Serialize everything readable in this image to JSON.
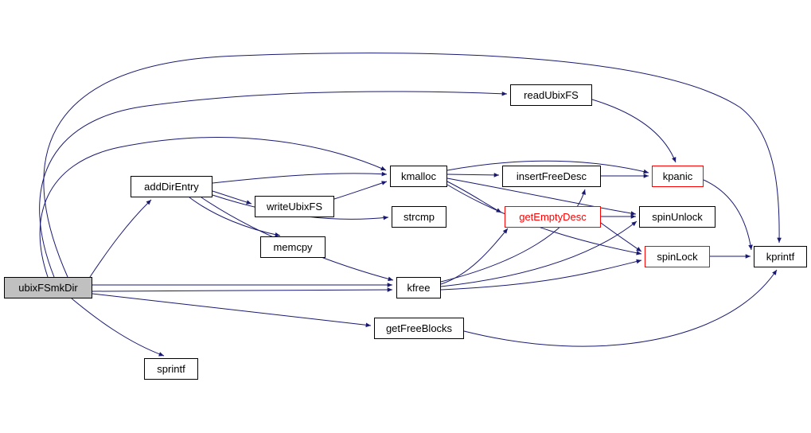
{
  "graph": {
    "kind": "call-graph",
    "root_id": "ubixFSmkDir",
    "colors": {
      "edge": "#191970",
      "node_border": "#000000",
      "truncated_border": "#ff0000",
      "root_fill": "#c0c0c0",
      "node_fill": "#ffffff",
      "background": "#ffffff"
    },
    "nodes": [
      {
        "id": "ubixFSmkDir",
        "label": "ubixFSmkDir",
        "style": "root"
      },
      {
        "id": "addDirEntry",
        "label": "addDirEntry",
        "style": "normal"
      },
      {
        "id": "writeUbixFS",
        "label": "writeUbixFS",
        "style": "normal"
      },
      {
        "id": "memcpy",
        "label": "memcpy",
        "style": "normal"
      },
      {
        "id": "kmalloc",
        "label": "kmalloc",
        "style": "normal"
      },
      {
        "id": "strcmp",
        "label": "strcmp",
        "style": "normal"
      },
      {
        "id": "kfree",
        "label": "kfree",
        "style": "normal"
      },
      {
        "id": "getFreeBlocks",
        "label": "getFreeBlocks",
        "style": "normal"
      },
      {
        "id": "sprintf",
        "label": "sprintf",
        "style": "normal"
      },
      {
        "id": "readUbixFS",
        "label": "readUbixFS",
        "style": "normal"
      },
      {
        "id": "insertFreeDesc",
        "label": "insertFreeDesc",
        "style": "normal"
      },
      {
        "id": "getEmptyDesc",
        "label": "getEmptyDesc",
        "style": "truncated-red-text"
      },
      {
        "id": "kpanic",
        "label": "kpanic",
        "style": "truncated"
      },
      {
        "id": "spinUnlock",
        "label": "spinUnlock",
        "style": "normal"
      },
      {
        "id": "spinLock",
        "label": "spinLock",
        "style": "truncated"
      },
      {
        "id": "kprintf",
        "label": "kprintf",
        "style": "normal"
      }
    ],
    "edges": [
      {
        "from": "ubixFSmkDir",
        "to": "addDirEntry"
      },
      {
        "from": "ubixFSmkDir",
        "to": "kmalloc"
      },
      {
        "from": "ubixFSmkDir",
        "to": "readUbixFS"
      },
      {
        "from": "ubixFSmkDir",
        "to": "kprintf"
      },
      {
        "from": "ubixFSmkDir",
        "to": "kfree"
      },
      {
        "from": "ubixFSmkDir",
        "to": "getFreeBlocks"
      },
      {
        "from": "ubixFSmkDir",
        "to": "sprintf"
      },
      {
        "from": "addDirEntry",
        "to": "kmalloc"
      },
      {
        "from": "addDirEntry",
        "to": "writeUbixFS"
      },
      {
        "from": "addDirEntry",
        "to": "memcpy"
      },
      {
        "from": "addDirEntry",
        "to": "strcmp"
      },
      {
        "from": "addDirEntry",
        "to": "kfree"
      },
      {
        "from": "writeUbixFS",
        "to": "kmalloc"
      },
      {
        "from": "kmalloc",
        "to": "insertFreeDesc"
      },
      {
        "from": "kmalloc",
        "to": "getEmptyDesc"
      },
      {
        "from": "kmalloc",
        "to": "kpanic"
      },
      {
        "from": "kmalloc",
        "to": "spinUnlock"
      },
      {
        "from": "kmalloc",
        "to": "spinLock"
      },
      {
        "from": "kfree",
        "to": "insertFreeDesc"
      },
      {
        "from": "kfree",
        "to": "getEmptyDesc"
      },
      {
        "from": "kfree",
        "to": "spinUnlock"
      },
      {
        "from": "kfree",
        "to": "spinLock"
      },
      {
        "from": "insertFreeDesc",
        "to": "kpanic"
      },
      {
        "from": "getEmptyDesc",
        "to": "spinUnlock"
      },
      {
        "from": "getEmptyDesc",
        "to": "spinLock"
      },
      {
        "from": "kpanic",
        "to": "kprintf"
      },
      {
        "from": "readUbixFS",
        "to": "kpanic"
      },
      {
        "from": "getFreeBlocks",
        "to": "kprintf"
      },
      {
        "from": "spinLock",
        "to": "kprintf"
      }
    ]
  }
}
